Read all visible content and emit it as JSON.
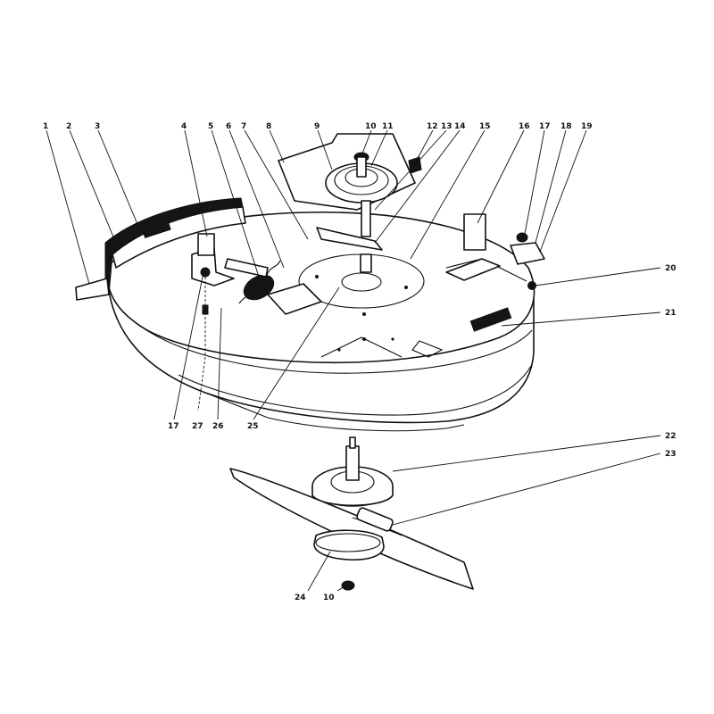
{
  "callouts": [
    {
      "id": "c1",
      "label": "1"
    },
    {
      "id": "c2",
      "label": "2"
    },
    {
      "id": "c3",
      "label": "3"
    },
    {
      "id": "c4",
      "label": "4"
    },
    {
      "id": "c5",
      "label": "5"
    },
    {
      "id": "c6",
      "label": "6"
    },
    {
      "id": "c7",
      "label": "7"
    },
    {
      "id": "c8",
      "label": "8"
    },
    {
      "id": "c9",
      "label": "9"
    },
    {
      "id": "c10",
      "label": "10"
    },
    {
      "id": "c11",
      "label": "11"
    },
    {
      "id": "c12",
      "label": "12"
    },
    {
      "id": "c13",
      "label": "13"
    },
    {
      "id": "c14",
      "label": "14"
    },
    {
      "id": "c15",
      "label": "15"
    },
    {
      "id": "c16",
      "label": "16"
    },
    {
      "id": "c17a",
      "label": "17"
    },
    {
      "id": "c18",
      "label": "18"
    },
    {
      "id": "c19",
      "label": "19"
    },
    {
      "id": "c20",
      "label": "20"
    },
    {
      "id": "c21",
      "label": "21"
    },
    {
      "id": "c17b",
      "label": "17"
    },
    {
      "id": "c27",
      "label": "27"
    },
    {
      "id": "c26",
      "label": "26"
    },
    {
      "id": "c25",
      "label": "25"
    },
    {
      "id": "c22",
      "label": "22"
    },
    {
      "id": "c23",
      "label": "23"
    },
    {
      "id": "c24",
      "label": "24"
    },
    {
      "id": "c10b",
      "label": "10"
    }
  ],
  "colors": {
    "ink": "#111111",
    "paper": "#ffffff"
  }
}
